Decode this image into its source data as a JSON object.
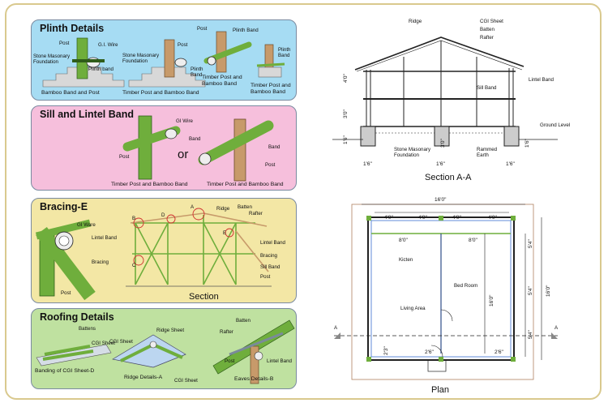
{
  "panels": {
    "plinth": {
      "title": "Plinth Details",
      "labels": {
        "post1": "Post",
        "gi_wire": "G.I. Wire",
        "stone1": "Stone Masonary\nFoundation",
        "plinth_band1": "Plinth band",
        "post2": "Post",
        "stone2": "Stone Masonary\nFoundation",
        "plinth_band2": "Plinth\nBand",
        "post3": "Post",
        "plinth_band3": "Plinth Band",
        "plinth_band4": "Plinth\nBand"
      },
      "captions": {
        "a": "Bamboo Band and Post",
        "b": "Timber Post and Bamboo Band",
        "c": "Timber Post and\nBamboo Band",
        "d": "Timber Post and\nBamboo Band"
      }
    },
    "sill": {
      "title": "Sill and Lintel Band",
      "labels": {
        "gi_wire": "GI Wire",
        "band1": "Band",
        "post1": "Post",
        "or": "or",
        "band2": "Band",
        "post2": "Post"
      },
      "captions": {
        "a": "Timber Post and Bamboo Band",
        "b": "Timber Post and Bamboo Band"
      }
    },
    "bracing": {
      "title": "Bracing-E",
      "labels": {
        "gi_ware": "GI Ware",
        "lintel_band": "Lintel Band",
        "bracing": "Bracing",
        "post": "Post",
        "a": "A",
        "b": "B",
        "c": "C",
        "d": "D",
        "e": "E",
        "ridge": "Ridge",
        "batten": "Batten",
        "rafter": "Rafter",
        "lintel_band2": "Lintel Band",
        "bracing2": "Bracing",
        "sill_band": "Sill Band",
        "post2": "Post"
      },
      "caption": "Section"
    },
    "roofing": {
      "title": "Roofing Details",
      "labels": {
        "battens": "Battens",
        "cgi1": "CGI Sheet",
        "ridge_sheet": "Ridge Sheet",
        "cgi2": "CGI Sheet",
        "cgi3": "CGI Sheet",
        "rafter": "Rafter",
        "batten": "Batten",
        "post": "Post",
        "lintel_band": "Lintel Band"
      },
      "captions": {
        "d": "Banding of CGI Sheet-D",
        "a": "Ridge Details-A",
        "b": "Eaves Details-B"
      }
    }
  },
  "section": {
    "labels": {
      "ridge": "Ridge",
      "cgi": "CGI Sheet",
      "batten": "Batten",
      "rafter": "Rafter",
      "lintel_band": "Lintel Band",
      "sill_band": "Sill Band",
      "ground": "Ground Level",
      "stone": "Stone Masonary\nFoundation",
      "rammed": "Rammed\nEarth"
    },
    "dims": {
      "h1": "4'0\"",
      "h2": "3'0\"",
      "h3": "1'6\"",
      "h4": "3'0\"",
      "h5": "1'6\"",
      "w1": "1'6\"",
      "w2": "1'6\"",
      "w3": "1'6\""
    },
    "caption": "Section A-A"
  },
  "plan": {
    "dims": {
      "overall": "16'0\"",
      "t1": "4'0\"",
      "t2": "4'0\"",
      "t3": "4'0\"",
      "t4": "4'0\"",
      "i1": "8'0\"",
      "i2": "8'0\"",
      "r1": "5'4\"",
      "r2": "5'4\"",
      "r3": "5'4\"",
      "overall_v": "16'0\"",
      "inner_v": "16'0\"",
      "b1": "2'6\"",
      "b2": "2'6\"",
      "left": "2'3\""
    },
    "rooms": {
      "kitchen": "Kicten",
      "bedroom": "Bed Room",
      "living": "Living Area"
    },
    "section_marks": {
      "left": "A",
      "right": "A"
    },
    "caption": "Plan"
  },
  "colors": {
    "green": "#6fae3c",
    "brown": "#c79a6a",
    "panel_blue": "#a6dcf3",
    "panel_pink": "#f6bfdc",
    "panel_yellow": "#f3e7a5",
    "panel_green": "#bfe1a0"
  }
}
